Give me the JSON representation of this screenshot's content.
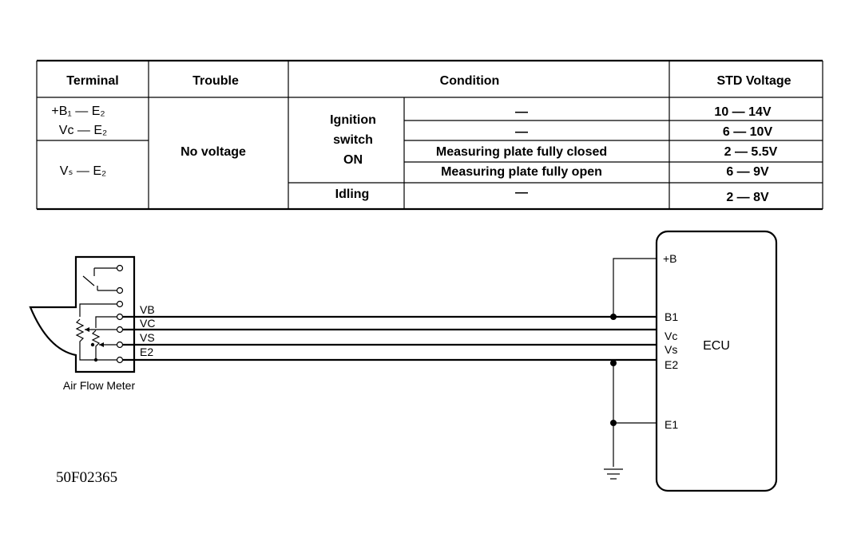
{
  "table": {
    "headers": {
      "terminal": "Terminal",
      "trouble": "Trouble",
      "condition": "Condition",
      "std_voltage": "STD Voltage"
    },
    "terminals": {
      "b1_e2": "+B₁ — E₂",
      "vc_e2": "Vᴄ — E₂",
      "vs_e2": "Vₛ — E₂"
    },
    "trouble": "No voltage",
    "ignition": {
      "line1": "Ignition",
      "line2": "switch",
      "line3": "ON"
    },
    "idling": "Idling",
    "sub_conditions": [
      "—",
      "—",
      "Measuring plate fully closed",
      "Measuring plate fully open",
      "—"
    ],
    "voltages": [
      "10 — 14V",
      "6 — 10V",
      "2 — 5.5V",
      "6 — 9V",
      "2 — 8V"
    ]
  },
  "diagram": {
    "meter_label": "Air Flow Meter",
    "meter_pins": [
      "VB",
      "VC",
      "VS",
      "E2"
    ],
    "ecu_label": "ECU",
    "ecu_pins": [
      "+B",
      "B1",
      "Vc",
      "Vs",
      "E2",
      "E1"
    ],
    "figure_code": "50F02365"
  }
}
